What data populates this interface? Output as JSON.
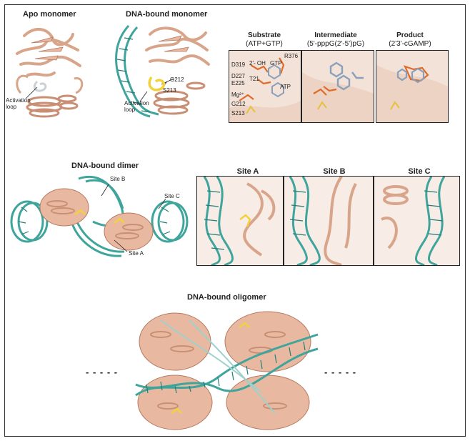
{
  "colors": {
    "protein": "#e8b9a0",
    "protein_dark": "#c98f74",
    "dna": "#3fa59c",
    "dna_dark": "#237d78",
    "loop_apo": "#c9d0d6",
    "loop_active": "#f2d23c",
    "ligand_orange": "#e06a2a",
    "ligand_blue": "#8a9fb9",
    "ligand_yellow": "#e5c23a"
  },
  "top": {
    "apo_title": "Apo monomer",
    "dna_title": "DNA-bound monomer",
    "apo_callout": "Activation\nloop",
    "dna_callout": "Activation\nloop",
    "dna_labels": {
      "g212": "G212",
      "s213": "S213"
    }
  },
  "active_site": {
    "substrate": {
      "title1": "Substrate",
      "title2": "(ATP+GTP)"
    },
    "intermediate": {
      "title1": "Intermediate",
      "title2": "(5'-pppG(2'-5')pG)"
    },
    "product": {
      "title1": "Product",
      "title2": "(2'3'-cGAMP)"
    },
    "residue_labels": {
      "d319": "D319",
      "oh": "2'- OH",
      "gtp": "GTP",
      "r376": "R376",
      "d227": "D227",
      "e225": "E225",
      "t21": "T21",
      "mg": "Mg²⁺",
      "g212": "G212",
      "s213": "S213",
      "atp": "ATP"
    }
  },
  "dimer": {
    "title": "DNA-bound dimer",
    "site_b": "Site B",
    "site_c": "Site C",
    "site_a": "Site A"
  },
  "sites": {
    "a": "Site A",
    "b": "Site B",
    "c": "Site C"
  },
  "oligomer": {
    "title": "DNA-bound oligomer",
    "left_dashes": "- - - - -",
    "right_dashes": "- - - - -"
  }
}
